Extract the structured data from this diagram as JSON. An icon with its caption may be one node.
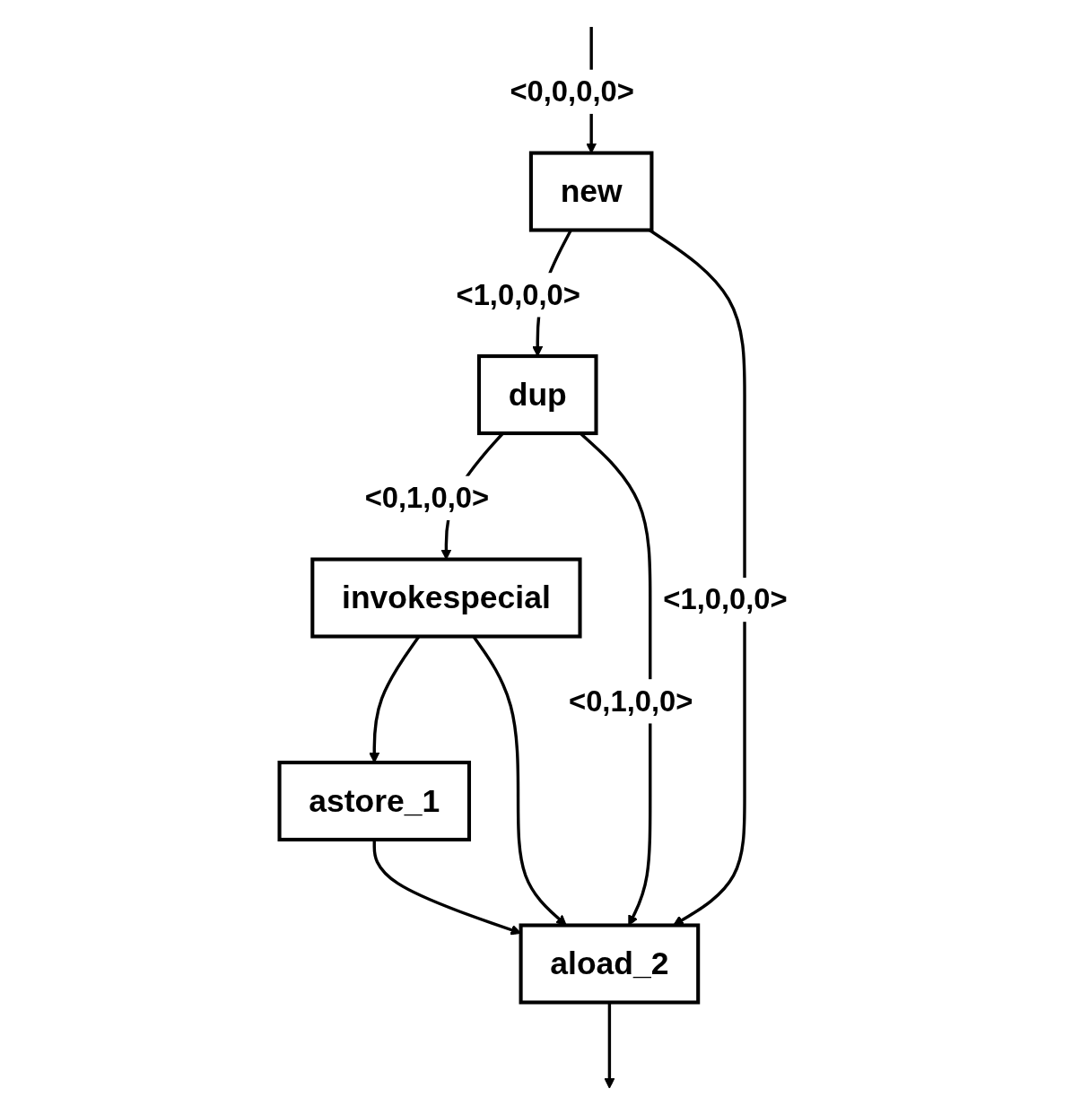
{
  "diagram": {
    "nodes": [
      {
        "text": [
          "new"
        ]
      },
      {
        "text": [
          "dup"
        ]
      },
      {
        "text": [
          "invokespecial"
        ]
      },
      {
        "text": [
          "astore_1"
        ]
      },
      {
        "text": [
          "aload_2"
        ]
      }
    ],
    "edges": [
      {
        "from": null,
        "to": 0,
        "arrow": "to",
        "label": "<0,0,0,0>"
      },
      {
        "from": 0,
        "to": 1,
        "arrow": "to",
        "label": "<1,0,0,0>"
      },
      {
        "from": 1,
        "to": 2,
        "arrow": "to",
        "label": "<0,1,0,0>"
      },
      {
        "from": 2,
        "to": 3,
        "arrow": "to"
      },
      {
        "from": 3,
        "to": 4,
        "arrow": "to"
      },
      {
        "from": 0,
        "to": 4,
        "arrow": "to",
        "label": "<1,0,0,0>"
      },
      {
        "from": 2,
        "to": 4,
        "arrow": "to"
      },
      {
        "from": 1,
        "to": 4,
        "arrow": "to",
        "label": "<0,1,0,0>"
      },
      {
        "from": 4,
        "to": null,
        "arrow": "to"
      }
    ]
  }
}
